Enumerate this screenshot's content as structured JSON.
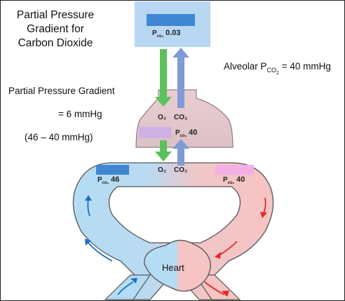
{
  "title_lines": [
    "Partial Pressure",
    "Gradient for",
    "Carbon Dioxide"
  ],
  "alveolar_label": {
    "prefix": "Alveolar P",
    "sub": "CO",
    "subsub": "2",
    "suffix": " = 40 mmHg"
  },
  "gradient_label": "Partial Pressure Gradient",
  "gradient_value": "= 6 mmHg",
  "gradient_calc": "(46 – 40 mmHg)",
  "atmosphere": {
    "p": "P",
    "sub": "co₂",
    "value": "0.03"
  },
  "alveolus": {
    "o2": "O₂",
    "co2": "CO₂",
    "p": "P",
    "sub": "co₂",
    "value": "40"
  },
  "capillary": {
    "o2": "O₂",
    "co2": "CO₂"
  },
  "venous": {
    "p": "P",
    "sub": "co₂",
    "value": "46"
  },
  "arterial": {
    "p": "P",
    "sub": "co₂",
    "value": "40"
  },
  "heart_label": "Heart",
  "colors": {
    "atmosphere_box": "#b8d7f3",
    "co2_bar": "#3f86d3",
    "o2_arrow": "#5cc05c",
    "co2_arrow": "#7f9bd6",
    "alveolus_fill": "#e5c9cd",
    "alveolus_bar": "#cfb0e2",
    "venous_blue": "#b5dcf5",
    "arterial_pink": "#f6c4c2",
    "arterial_bar": "#f2b0e7",
    "blue_arrow": "#1a6fc2",
    "red_arrow": "#e02a2a"
  }
}
